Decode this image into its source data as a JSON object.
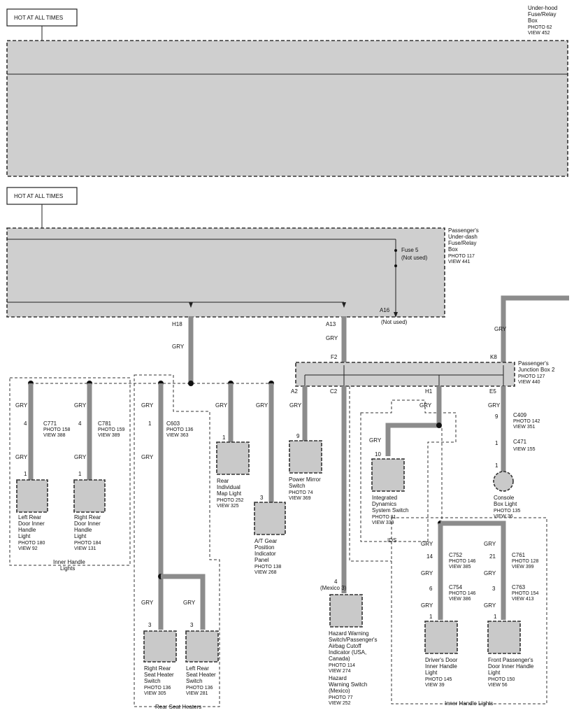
{
  "hot1": "HOT AT ALL TIMES",
  "hot2": "HOT AT ALL TIMES",
  "underhood": {
    "l1": "Under-hood",
    "l2": "Fuse/Relay",
    "l3": "Box",
    "photo": "PHOTO 62",
    "view": "VIEW 452"
  },
  "underdash": {
    "l1": "Passenger's",
    "l2": "Under-dash",
    "l3": "Fuse/Relay",
    "l4": "Box",
    "photo": "PHOTO 117",
    "view": "VIEW 441"
  },
  "fuse5": "Fuse 5",
  "notused1": "(Not used)",
  "a16": "A16",
  "notused2": "(Not used)",
  "h18": "H18",
  "a13": "A13",
  "gry": "GRY",
  "f2": "F2",
  "k8": "K8",
  "jb2": {
    "l1": "Passenger's",
    "l2": "Junction Box 2",
    "photo": "PHOTO 127",
    "view": "VIEW 440"
  },
  "a2": "A2",
  "c2": "C2",
  "h1": "H1",
  "e5": "E5",
  "c771": {
    "pin": "4",
    "name": "C771",
    "photo": "PHOTO 158",
    "view": "VIEW 388"
  },
  "c781": {
    "pin": "4",
    "name": "C781",
    "photo": "PHOTO 159",
    "view": "VIEW 389"
  },
  "c603": {
    "pin": "1",
    "name": "C603",
    "photo": "PHOTO 136",
    "view": "VIEW 363"
  },
  "c409": {
    "pin": "9",
    "name": "C409",
    "photo": "PHOTO 142",
    "view": "VIEW 351"
  },
  "c471": {
    "pin": "1",
    "name": "C471",
    "view": "VIEW 155"
  },
  "c752": {
    "pin": "14",
    "name": "C752",
    "photo": "PHOTO 146",
    "view": "VIEW 385"
  },
  "c754": {
    "pin": "6",
    "name": "C754",
    "photo": "PHOTO 146",
    "view": "VIEW 386"
  },
  "c761": {
    "pin": "21",
    "name": "C761",
    "photo": "PHOTO 128",
    "view": "VIEW 399"
  },
  "c763": {
    "pin": "3",
    "name": "C763",
    "photo": "PHOTO 154",
    "view": "VIEW 413"
  },
  "lrdoor": {
    "pin": "1",
    "l1": "Left Rear",
    "l2": "Door Inner",
    "l3": "Handle",
    "l4": "Light",
    "photo": "PHOTO 180",
    "view": "VIEW 92"
  },
  "rrdoor": {
    "pin": "1",
    "l1": "Right Rear",
    "l2": "Door Inner",
    "l3": "Handle",
    "l4": "Light",
    "photo": "PHOTO 184",
    "view": "VIEW 131"
  },
  "ihl1": {
    "l1": "Inner Handle",
    "l2": "Lights"
  },
  "rimap": {
    "pin": "1",
    "l1": "Rear",
    "l2": "Individual",
    "l3": "Map Light",
    "photo": "PHOTO 252",
    "view": "VIEW 325"
  },
  "atgear": {
    "pin": "3",
    "l1": "A/T Gear",
    "l2": "Position",
    "l3": "Indicator",
    "l4": "Panel",
    "photo": "PHOTO 138",
    "view": "VIEW 268"
  },
  "pmirror": {
    "pin": "9",
    "l1": "Power Mirror",
    "l2": "Switch",
    "photo": "PHOTO 74",
    "view": "VIEW 369"
  },
  "ids": {
    "pin": "10",
    "l1": "Integrated",
    "l2": "Dynamics",
    "l3": "System Switch",
    "photo": "PHOTO 81",
    "view": "VIEW 339",
    "tag": "IDS"
  },
  "console": {
    "pin": "1",
    "l1": "Console",
    "l2": "Box Light",
    "photo": "PHOTO 135",
    "view": "VIEW 36"
  },
  "rrseat": {
    "pin": "3",
    "l1": "Right Rear",
    "l2": "Seat Heater",
    "l3": "Switch",
    "photo": "PHOTO 136",
    "view": "VIEW 305"
  },
  "lrseat": {
    "pin": "3",
    "l1": "Left Rear",
    "l2": "Seat Heater",
    "l3": "Switch",
    "photo": "PHOTO 136",
    "view": "VIEW 281"
  },
  "rsh": "Rear Seat Heaters",
  "hazard": {
    "pin": "4",
    "mexpin": "(Mexico 3)",
    "l1": "Hazard Warning",
    "l2": "Switch/Passenger's",
    "l3": "Airbag Cutoff",
    "l4": "Indicator (USA,",
    "l5": "Canada)",
    "photo": "PHOTO 114",
    "view": "VIEW 274",
    "m1": "Hazard",
    "m2": "Warning Switch",
    "m3": "(Mexico)",
    "mphoto": "PHOTO 77",
    "mview": "VIEW 252"
  },
  "ddoor": {
    "pin": "1",
    "l1": "Driver's Door",
    "l2": "Inner Handle",
    "l3": "Light",
    "photo": "PHOTO 145",
    "view": "VIEW 39"
  },
  "fpdoor": {
    "pin": "1",
    "l1": "Front Passenger's",
    "l2": "Door Inner Handle",
    "l3": "Light",
    "photo": "PHOTO 150",
    "view": "VIEW 56"
  },
  "ihl2": "Inner Handle Lights"
}
